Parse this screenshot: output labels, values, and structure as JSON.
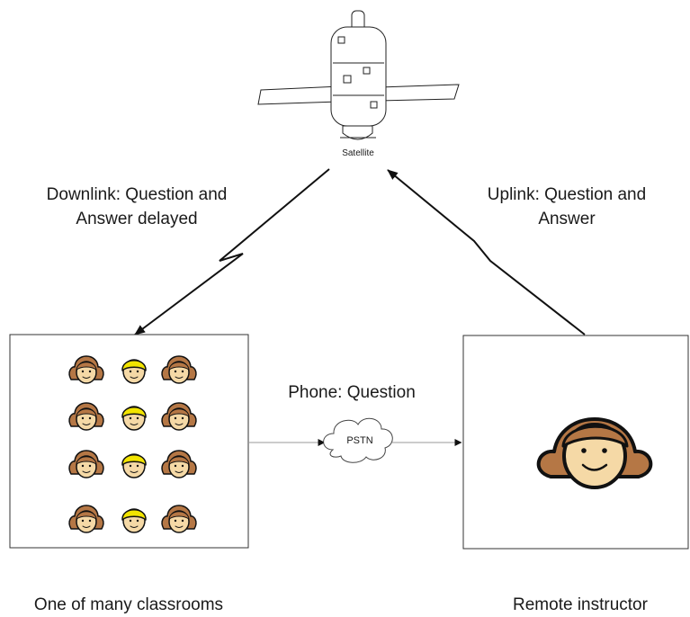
{
  "satellite": {
    "label": "Satellite"
  },
  "downlink": {
    "line1": "Downlink: Question and",
    "line2": "Answer delayed"
  },
  "uplink": {
    "line1": "Uplink: Question and",
    "line2": "Answer"
  },
  "phone": {
    "label": "Phone: Question"
  },
  "pstn": {
    "label": "PSTN"
  },
  "classroom": {
    "caption": "One of many classrooms",
    "students": [
      [
        "brown",
        "blond",
        "brown"
      ],
      [
        "brown",
        "blond",
        "brown"
      ],
      [
        "brown",
        "blond",
        "brown"
      ],
      [
        "brown",
        "blond",
        "brown"
      ]
    ]
  },
  "instructor": {
    "caption": "Remote instructor"
  },
  "colors": {
    "skin": "#f5d9a6",
    "hair_brown": "#b57745",
    "hair_blond": "#f2e400",
    "line": "#111111"
  },
  "icons": {
    "satellite": "satellite-icon",
    "cloud": "cloud-icon",
    "student": "student-face-icon",
    "instructor": "instructor-face-icon"
  }
}
